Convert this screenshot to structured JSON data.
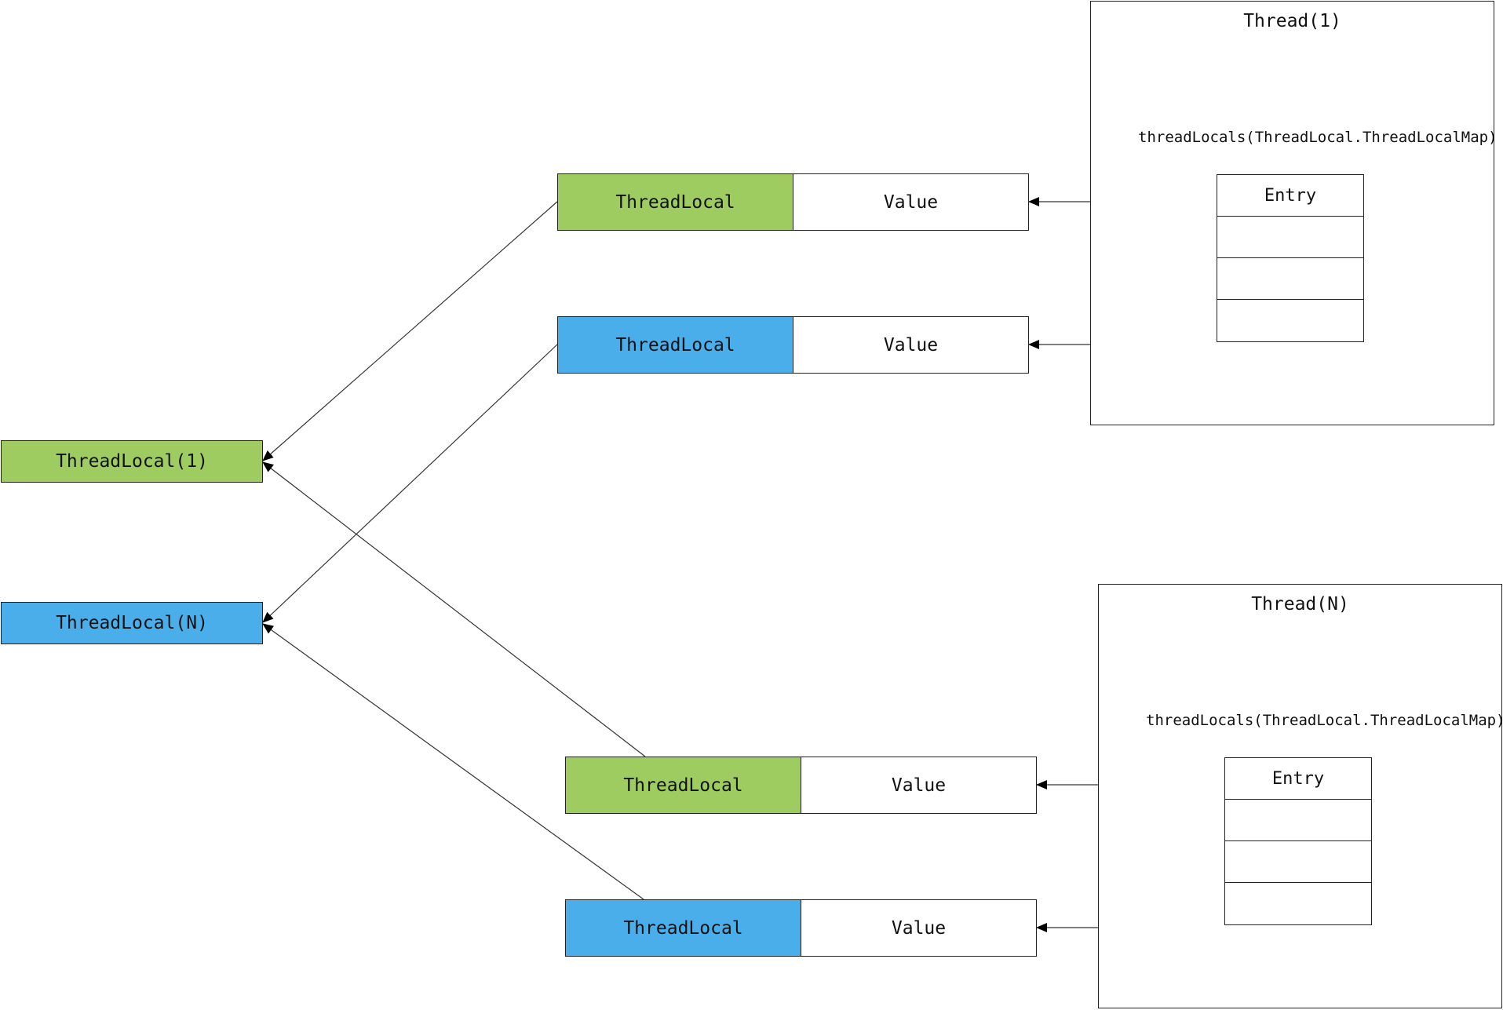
{
  "global_keys": [
    {
      "label": "ThreadLocal(1)",
      "color": "#9ecc61"
    },
    {
      "label": "ThreadLocal(N)",
      "color": "#4aaeea"
    }
  ],
  "threads": [
    {
      "title": "Thread(1)",
      "map_label": "threadLocals(ThreadLocal.ThreadLocalMap)",
      "entry_header": "Entry",
      "pairs": [
        {
          "key": "ThreadLocal",
          "value": "Value",
          "color": "#9ecc61"
        },
        {
          "key": "ThreadLocal",
          "value": "Value",
          "color": "#4aaeea"
        }
      ]
    },
    {
      "title": "Thread(N)",
      "map_label": "threadLocals(ThreadLocal.ThreadLocalMap)",
      "entry_header": "Entry",
      "pairs": [
        {
          "key": "ThreadLocal",
          "value": "Value",
          "color": "#9ecc61"
        },
        {
          "key": "ThreadLocal",
          "value": "Value",
          "color": "#4aaeea"
        }
      ]
    }
  ]
}
